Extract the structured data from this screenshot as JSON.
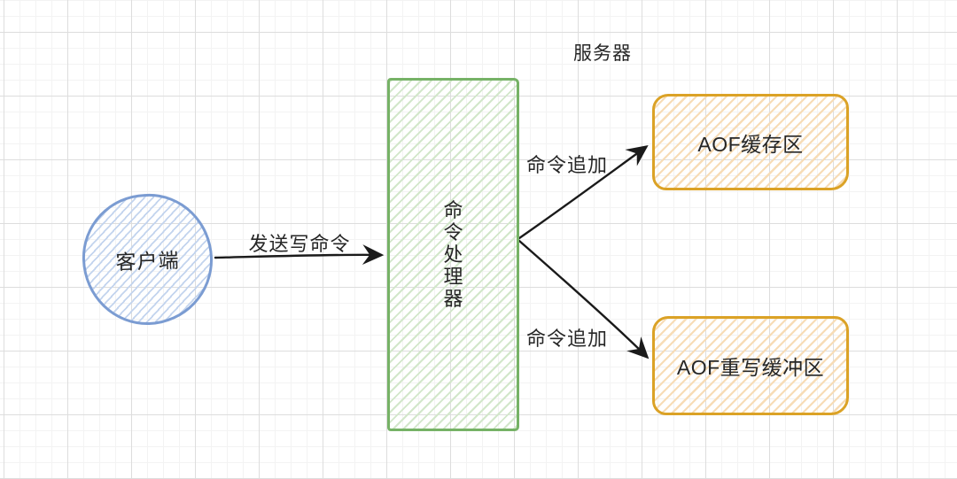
{
  "diagram": {
    "region_title": "服务器",
    "nodes": {
      "client": {
        "label": "客户端",
        "shape": "circle"
      },
      "processor": {
        "label": "命令处理器",
        "shape": "rectangle"
      },
      "aof_buffer": {
        "label": "AOF缓存区",
        "shape": "rounded-rectangle"
      },
      "aof_rewrite_buffer": {
        "label": "AOF重写缓冲区",
        "shape": "rounded-rectangle"
      }
    },
    "edges": {
      "send_write": {
        "label": "发送写命令",
        "from": "client",
        "to": "processor"
      },
      "append_top": {
        "label": "命令追加",
        "from": "processor",
        "to": "aof_buffer"
      },
      "append_bottom": {
        "label": "命令追加",
        "from": "processor",
        "to": "aof_rewrite_buffer"
      }
    },
    "colors": {
      "client_stroke": "#7B9CD2",
      "client_hatch": "#C3D4EE",
      "processor_stroke": "#76B266",
      "processor_hatch": "#D2E7CA",
      "buffer_stroke": "#DBA226",
      "buffer_hatch": "#F7DCB6",
      "arrow_color": "#1A1A1A"
    }
  }
}
